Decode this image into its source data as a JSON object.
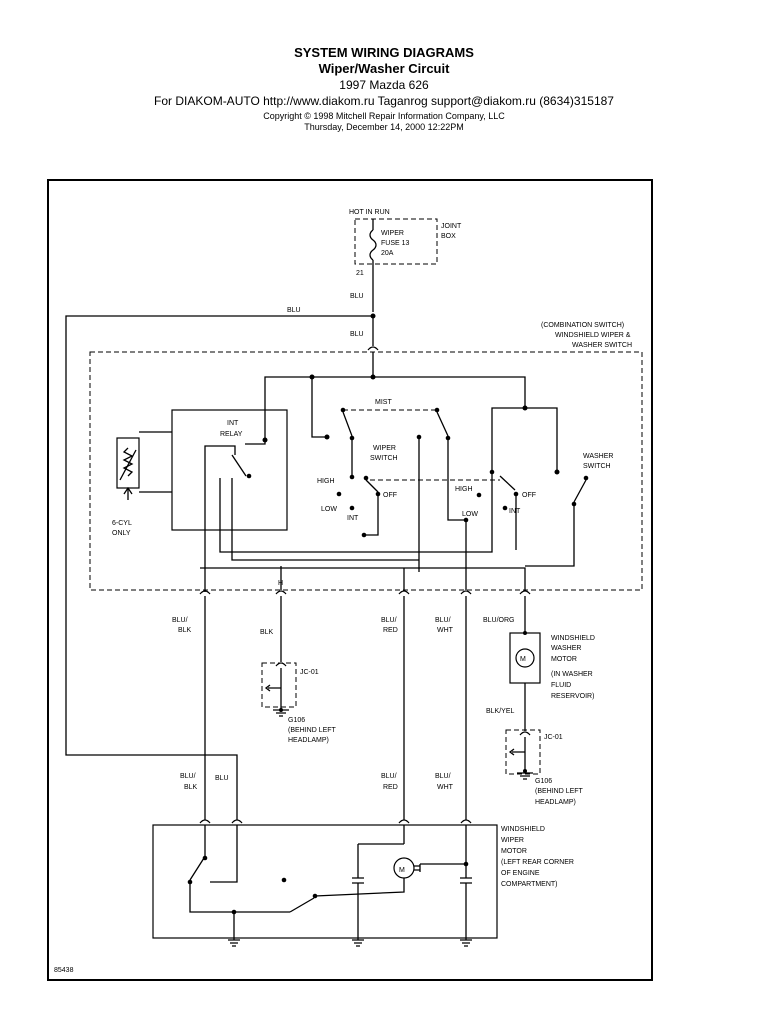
{
  "header": {
    "title": "SYSTEM WIRING DIAGRAMS",
    "subtitle": "Wiper/Washer Circuit",
    "vehicle": "1997 Mazda 626",
    "source": "For DIAKOM-AUTO http://www.diakom.ru Taganrog support@diakom.ru (8634)315187",
    "copyright": "Copyright © 1998 Mitchell Repair Information Company, LLC",
    "date": "Thursday, December 14, 2000  12:22PM"
  },
  "labels": {
    "hot_in_run": "HOT IN RUN",
    "fuse_1": "WIPER",
    "fuse_2": "FUSE 13",
    "fuse_3": "20A",
    "joint_box_1": "JOINT",
    "joint_box_2": "BOX",
    "pin_21": "21",
    "blu_1": "BLU",
    "blu_2": "BLU",
    "blu_3": "BLU",
    "combo_1": "(COMBINATION SWITCH)",
    "combo_2": "WINDSHIELD WIPER &",
    "combo_3": "WASHER SWITCH",
    "mist": "MIST",
    "int_relay_1": "INT",
    "int_relay_2": "RELAY",
    "wiper_switch_1": "WIPER",
    "wiper_switch_2": "SWITCH",
    "washer_switch_1": "WASHER",
    "washer_switch_2": "SWITCH",
    "high_1": "HIGH",
    "low_1": "LOW",
    "int_1": "INT",
    "off_1": "OFF",
    "high_2": "HIGH",
    "low_2": "LOW",
    "int_2": "INT",
    "off_2": "OFF",
    "six_cyl_1": "6-CYL",
    "six_cyl_2": "ONLY",
    "h": "H",
    "w1_1": "BLU/",
    "w1_2": "BLK",
    "w2": "BLK",
    "w3_1": "BLU/",
    "w3_2": "RED",
    "w4_1": "BLU/",
    "w4_2": "WHT",
    "w5": "BLU/ORG",
    "wwm_1": "WINDSHIELD",
    "wwm_2": "WASHER",
    "wwm_3": "MOTOR",
    "wwm_4": "(IN WASHER",
    "wwm_5": "FLUID",
    "wwm_6": "RESERVOIR)",
    "blk_yel": "BLK/YEL",
    "jc_1": "JC-01",
    "jc_2": "JC-01",
    "g106_a_1": "G106",
    "g106_a_2": "(BEHIND LEFT",
    "g106_a_3": "HEADLAMP)",
    "g106_b_1": "G106",
    "g106_b_2": "(BEHIND LEFT",
    "g106_b_3": "HEADLAMP)",
    "b1_1": "BLU/",
    "b1_2": "BLK",
    "b2": "BLU",
    "b3_1": "BLU/",
    "b3_2": "RED",
    "b4_1": "BLU/",
    "b4_2": "WHT",
    "wm_1": "WINDSHIELD",
    "wm_2": "WIPER",
    "wm_3": "MOTOR",
    "wm_4": "(LEFT REAR CORNER",
    "wm_5": "OF ENGINE",
    "wm_6": "COMPARTMENT)",
    "motor_m1": "M",
    "motor_m2": "M",
    "fig_no": "85438"
  }
}
